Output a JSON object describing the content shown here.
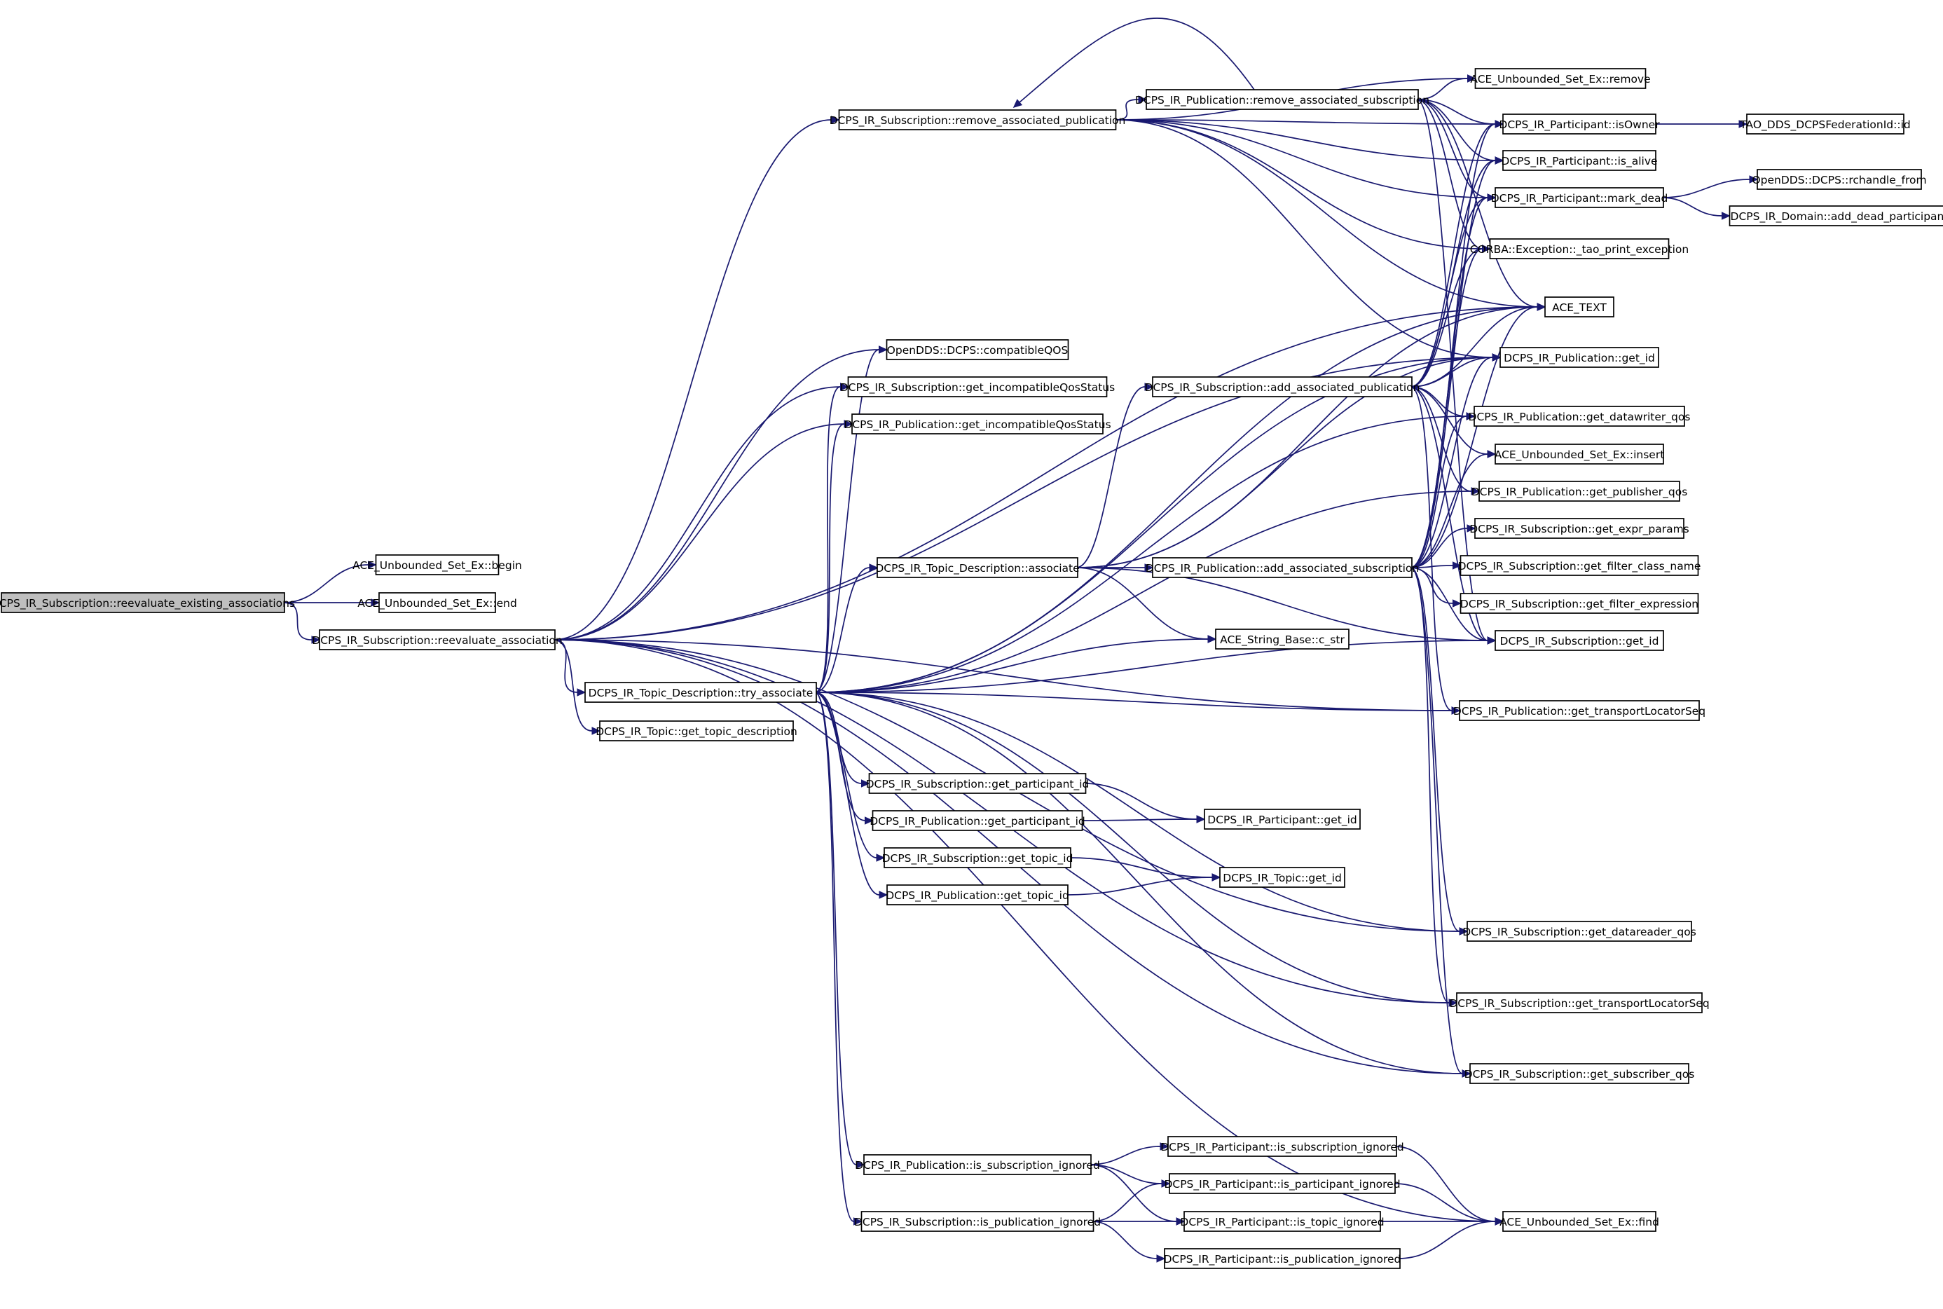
{
  "graph": {
    "root": "reevaluate_existing_associations",
    "nodes": [
      {
        "id": "reevaluate_existing_associations",
        "label": "DCPS_IR_Subscription::reevaluate_existing_associations"
      },
      {
        "id": "set_begin",
        "label": "ACE_Unbounded_Set_Ex::begin"
      },
      {
        "id": "set_end",
        "label": "ACE_Unbounded_Set_Ex::end"
      },
      {
        "id": "reevaluate_association",
        "label": "DCPS_IR_Subscription::reevaluate_association"
      },
      {
        "id": "sub_remove_assoc_pub",
        "label": "DCPS_IR_Subscription::remove_associated_publication"
      },
      {
        "id": "pub_remove_assoc_sub",
        "label": "DCPS_IR_Publication::remove_associated_subscription"
      },
      {
        "id": "set_remove",
        "label": "ACE_Unbounded_Set_Ex::remove"
      },
      {
        "id": "part_isOwner",
        "label": "DCPS_IR_Participant::isOwner"
      },
      {
        "id": "fed_id",
        "label": "TAO_DDS_DCPSFederationId::id"
      },
      {
        "id": "part_is_alive",
        "label": "DCPS_IR_Participant::is_alive"
      },
      {
        "id": "part_mark_dead",
        "label": "DCPS_IR_Participant::mark_dead"
      },
      {
        "id": "rchandle_from",
        "label": "OpenDDS::DCPS::rchandle_from"
      },
      {
        "id": "add_dead_participant",
        "label": "DCPS_IR_Domain::add_dead_participant"
      },
      {
        "id": "tao_print_exception",
        "label": "CORBA::Exception::_tao_print_exception"
      },
      {
        "id": "ace_text",
        "label": "ACE_TEXT"
      },
      {
        "id": "compatibleQOS",
        "label": "OpenDDS::DCPS::compatibleQOS"
      },
      {
        "id": "sub_get_incompat",
        "label": "DCPS_IR_Subscription::get_incompatibleQosStatus"
      },
      {
        "id": "pub_get_incompat",
        "label": "DCPS_IR_Publication::get_incompatibleQosStatus"
      },
      {
        "id": "sub_add_assoc_pub",
        "label": "DCPS_IR_Subscription::add_associated_publication"
      },
      {
        "id": "pub_get_id",
        "label": "DCPS_IR_Publication::get_id"
      },
      {
        "id": "pub_get_datawriter_qos",
        "label": "DCPS_IR_Publication::get_datawriter_qos"
      },
      {
        "id": "set_insert",
        "label": "ACE_Unbounded_Set_Ex::insert"
      },
      {
        "id": "pub_get_publisher_qos",
        "label": "DCPS_IR_Publication::get_publisher_qos"
      },
      {
        "id": "sub_get_expr_params",
        "label": "DCPS_IR_Subscription::get_expr_params"
      },
      {
        "id": "topic_desc_associate",
        "label": "DCPS_IR_Topic_Description::associate"
      },
      {
        "id": "pub_add_assoc_sub",
        "label": "DCPS_IR_Publication::add_associated_subscription"
      },
      {
        "id": "sub_get_filter_class_name",
        "label": "DCPS_IR_Subscription::get_filter_class_name"
      },
      {
        "id": "sub_get_filter_expression",
        "label": "DCPS_IR_Subscription::get_filter_expression"
      },
      {
        "id": "string_c_str",
        "label": "ACE_String_Base::c_str"
      },
      {
        "id": "sub_get_id",
        "label": "DCPS_IR_Subscription::get_id"
      },
      {
        "id": "try_associate",
        "label": "DCPS_IR_Topic_Description::try_associate"
      },
      {
        "id": "pub_get_transport",
        "label": "DCPS_IR_Publication::get_transportLocatorSeq"
      },
      {
        "id": "topic_get_desc",
        "label": "DCPS_IR_Topic::get_topic_description"
      },
      {
        "id": "sub_get_participant_id",
        "label": "DCPS_IR_Subscription::get_participant_id"
      },
      {
        "id": "pub_get_participant_id",
        "label": "DCPS_IR_Publication::get_participant_id"
      },
      {
        "id": "part_get_id",
        "label": "DCPS_IR_Participant::get_id"
      },
      {
        "id": "sub_get_topic_id",
        "label": "DCPS_IR_Subscription::get_topic_id"
      },
      {
        "id": "pub_get_topic_id",
        "label": "DCPS_IR_Publication::get_topic_id"
      },
      {
        "id": "topic_get_id",
        "label": "DCPS_IR_Topic::get_id"
      },
      {
        "id": "sub_get_datareader_qos",
        "label": "DCPS_IR_Subscription::get_datareader_qos"
      },
      {
        "id": "sub_get_transport",
        "label": "DCPS_IR_Subscription::get_transportLocatorSeq"
      },
      {
        "id": "sub_get_subscriber_qos",
        "label": "DCPS_IR_Subscription::get_subscriber_qos"
      },
      {
        "id": "pub_is_sub_ignored",
        "label": "DCPS_IR_Publication::is_subscription_ignored"
      },
      {
        "id": "part_is_sub_ignored",
        "label": "DCPS_IR_Participant::is_subscription_ignored"
      },
      {
        "id": "part_is_part_ignored",
        "label": "DCPS_IR_Participant::is_participant_ignored"
      },
      {
        "id": "sub_is_pub_ignored",
        "label": "DCPS_IR_Subscription::is_publication_ignored"
      },
      {
        "id": "part_is_topic_ignored",
        "label": "DCPS_IR_Participant::is_topic_ignored"
      },
      {
        "id": "set_find",
        "label": "ACE_Unbounded_Set_Ex::find"
      },
      {
        "id": "part_is_pub_ignored",
        "label": "DCPS_IR_Participant::is_publication_ignored"
      }
    ],
    "edges": [
      [
        "reevaluate_existing_associations",
        "set_begin"
      ],
      [
        "reevaluate_existing_associations",
        "set_end"
      ],
      [
        "reevaluate_existing_associations",
        "reevaluate_association"
      ],
      [
        "reevaluate_association",
        "sub_remove_assoc_pub"
      ],
      [
        "reevaluate_association",
        "compatibleQOS"
      ],
      [
        "reevaluate_association",
        "sub_get_incompat"
      ],
      [
        "reevaluate_association",
        "pub_get_incompat"
      ],
      [
        "reevaluate_association",
        "try_associate"
      ],
      [
        "reevaluate_association",
        "topic_get_desc"
      ],
      [
        "reevaluate_association",
        "ace_text"
      ],
      [
        "reevaluate_association",
        "pub_get_id"
      ],
      [
        "reevaluate_association",
        "pub_get_transport"
      ],
      [
        "reevaluate_association",
        "sub_get_datareader_qos"
      ],
      [
        "reevaluate_association",
        "sub_get_transport"
      ],
      [
        "reevaluate_association",
        "sub_get_subscriber_qos"
      ],
      [
        "reevaluate_association",
        "set_find"
      ],
      [
        "sub_remove_assoc_pub",
        "pub_remove_assoc_sub"
      ],
      [
        "sub_remove_assoc_pub",
        "set_remove"
      ],
      [
        "sub_remove_assoc_pub",
        "part_isOwner"
      ],
      [
        "sub_remove_assoc_pub",
        "part_is_alive"
      ],
      [
        "sub_remove_assoc_pub",
        "part_mark_dead"
      ],
      [
        "sub_remove_assoc_pub",
        "tao_print_exception"
      ],
      [
        "sub_remove_assoc_pub",
        "ace_text"
      ],
      [
        "sub_remove_assoc_pub",
        "pub_get_id"
      ],
      [
        "pub_remove_assoc_sub",
        "sub_remove_assoc_pub"
      ],
      [
        "pub_remove_assoc_sub",
        "set_remove"
      ],
      [
        "pub_remove_assoc_sub",
        "part_isOwner"
      ],
      [
        "pub_remove_assoc_sub",
        "part_is_alive"
      ],
      [
        "pub_remove_assoc_sub",
        "part_mark_dead"
      ],
      [
        "pub_remove_assoc_sub",
        "tao_print_exception"
      ],
      [
        "pub_remove_assoc_sub",
        "ace_text"
      ],
      [
        "pub_remove_assoc_sub",
        "sub_get_id"
      ],
      [
        "part_isOwner",
        "fed_id"
      ],
      [
        "part_mark_dead",
        "rchandle_from"
      ],
      [
        "part_mark_dead",
        "add_dead_participant"
      ],
      [
        "try_associate",
        "compatibleQOS"
      ],
      [
        "try_associate",
        "sub_get_incompat"
      ],
      [
        "try_associate",
        "pub_get_incompat"
      ],
      [
        "try_associate",
        "topic_desc_associate"
      ],
      [
        "try_associate",
        "ace_text"
      ],
      [
        "try_associate",
        "string_c_str"
      ],
      [
        "try_associate",
        "pub_get_datawriter_qos"
      ],
      [
        "try_associate",
        "pub_get_publisher_qos"
      ],
      [
        "try_associate",
        "pub_get_id"
      ],
      [
        "try_associate",
        "sub_get_id"
      ],
      [
        "try_associate",
        "pub_get_transport"
      ],
      [
        "try_associate",
        "sub_get_participant_id"
      ],
      [
        "try_associate",
        "pub_get_participant_id"
      ],
      [
        "try_associate",
        "sub_get_topic_id"
      ],
      [
        "try_associate",
        "pub_get_topic_id"
      ],
      [
        "try_associate",
        "sub_get_datareader_qos"
      ],
      [
        "try_associate",
        "sub_get_transport"
      ],
      [
        "try_associate",
        "sub_get_subscriber_qos"
      ],
      [
        "try_associate",
        "pub_is_sub_ignored"
      ],
      [
        "try_associate",
        "sub_is_pub_ignored"
      ],
      [
        "topic_desc_associate",
        "sub_add_assoc_pub"
      ],
      [
        "topic_desc_associate",
        "pub_add_assoc_sub"
      ],
      [
        "topic_desc_associate",
        "string_c_str"
      ],
      [
        "topic_desc_associate",
        "sub_get_id"
      ],
      [
        "topic_desc_associate",
        "ace_text"
      ],
      [
        "topic_desc_associate",
        "pub_get_id"
      ],
      [
        "sub_add_assoc_pub",
        "part_isOwner"
      ],
      [
        "sub_add_assoc_pub",
        "part_is_alive"
      ],
      [
        "sub_add_assoc_pub",
        "part_mark_dead"
      ],
      [
        "sub_add_assoc_pub",
        "tao_print_exception"
      ],
      [
        "sub_add_assoc_pub",
        "ace_text"
      ],
      [
        "sub_add_assoc_pub",
        "pub_get_id"
      ],
      [
        "sub_add_assoc_pub",
        "pub_get_datawriter_qos"
      ],
      [
        "sub_add_assoc_pub",
        "set_insert"
      ],
      [
        "sub_add_assoc_pub",
        "pub_get_publisher_qos"
      ],
      [
        "sub_add_assoc_pub",
        "sub_get_id"
      ],
      [
        "sub_add_assoc_pub",
        "pub_get_transport"
      ],
      [
        "pub_add_assoc_sub",
        "part_isOwner"
      ],
      [
        "pub_add_assoc_sub",
        "part_is_alive"
      ],
      [
        "pub_add_assoc_sub",
        "part_mark_dead"
      ],
      [
        "pub_add_assoc_sub",
        "tao_print_exception"
      ],
      [
        "pub_add_assoc_sub",
        "ace_text"
      ],
      [
        "pub_add_assoc_sub",
        "pub_get_id"
      ],
      [
        "pub_add_assoc_sub",
        "pub_get_datawriter_qos"
      ],
      [
        "pub_add_assoc_sub",
        "set_insert"
      ],
      [
        "pub_add_assoc_sub",
        "sub_get_expr_params"
      ],
      [
        "pub_add_assoc_sub",
        "sub_get_filter_class_name"
      ],
      [
        "pub_add_assoc_sub",
        "sub_get_filter_expression"
      ],
      [
        "pub_add_assoc_sub",
        "sub_get_id"
      ],
      [
        "pub_add_assoc_sub",
        "sub_get_datareader_qos"
      ],
      [
        "pub_add_assoc_sub",
        "sub_get_transport"
      ],
      [
        "pub_add_assoc_sub",
        "sub_get_subscriber_qos"
      ],
      [
        "sub_get_participant_id",
        "part_get_id"
      ],
      [
        "pub_get_participant_id",
        "part_get_id"
      ],
      [
        "sub_get_topic_id",
        "topic_get_id"
      ],
      [
        "pub_get_topic_id",
        "topic_get_id"
      ],
      [
        "pub_is_sub_ignored",
        "part_is_sub_ignored"
      ],
      [
        "pub_is_sub_ignored",
        "part_is_part_ignored"
      ],
      [
        "pub_is_sub_ignored",
        "part_is_topic_ignored"
      ],
      [
        "sub_is_pub_ignored",
        "part_is_part_ignored"
      ],
      [
        "sub_is_pub_ignored",
        "part_is_topic_ignored"
      ],
      [
        "sub_is_pub_ignored",
        "part_is_pub_ignored"
      ],
      [
        "part_is_sub_ignored",
        "set_find"
      ],
      [
        "part_is_part_ignored",
        "set_find"
      ],
      [
        "part_is_topic_ignored",
        "set_find"
      ],
      [
        "part_is_pub_ignored",
        "set_find"
      ]
    ]
  }
}
